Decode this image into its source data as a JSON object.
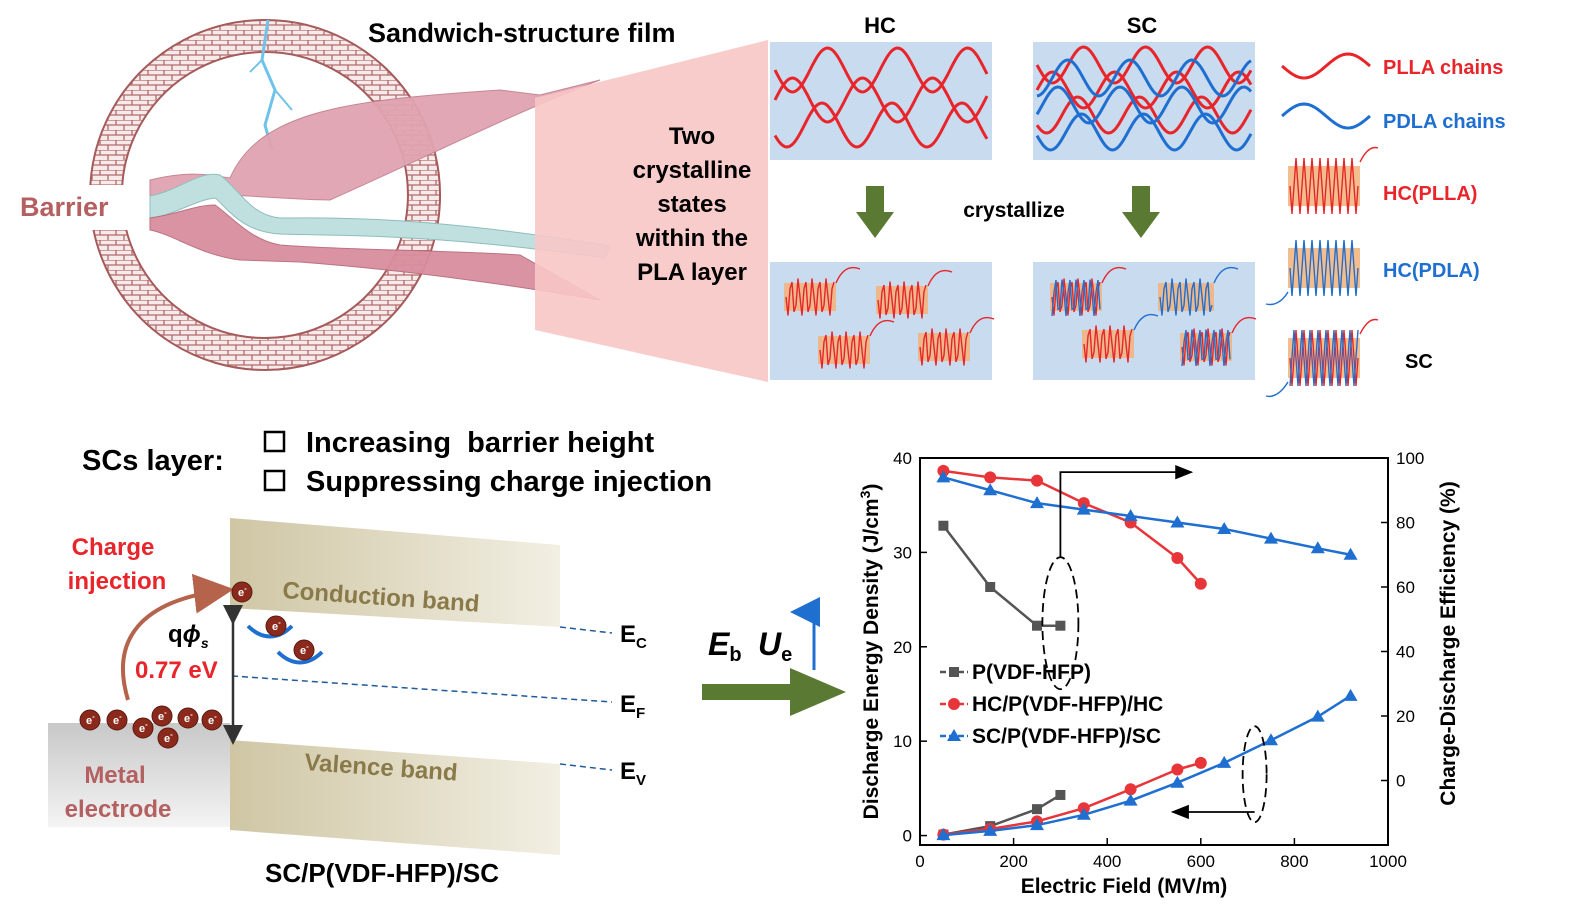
{
  "top": {
    "barrier_label": "Barrier",
    "title": "Sandwich-structure film",
    "pla_caption": [
      "Two",
      "crystalline",
      "states",
      "within the",
      "PLA layer"
    ],
    "hc_label": "HC",
    "sc_label": "SC",
    "crystallize_label": "crystallize"
  },
  "legend": {
    "plla": "PLLA chains",
    "pdla": "PDLA chains",
    "hc_plla": "HC(PLLA)",
    "hc_pdla": "HC(PDLA)",
    "sc": "SC"
  },
  "mechanism": {
    "scs_layer": "SCs layer:",
    "point1": "Increasing  barrier height",
    "point2": "Suppressing charge injection"
  },
  "band": {
    "charge_injection": [
      "Charge",
      "injection"
    ],
    "conduction": "Conduction band",
    "valence": "Valence band",
    "metal": [
      "Metal",
      "electrode"
    ],
    "qphi_q": "q",
    "qphi_phi": "ϕ",
    "qphi_s": "s",
    "barrier_value": "0.77 eV",
    "ec_main": "E",
    "ec_sub": "C",
    "ef_main": "E",
    "ef_sub": "F",
    "ev_main": "E",
    "ev_sub": "V",
    "electron": "e",
    "electron_sup": "-",
    "structure": "SC/P(VDF-HFP)/SC"
  },
  "arrow_panel": {
    "eb_main": "E",
    "eb_sub": "b",
    "ue_main": "U",
    "ue_sub": "e"
  },
  "chart_data": {
    "type": "line",
    "xlabel": "Electric Field (MV/m)",
    "ylabel_left_main": "Discharge Energy Density (J/cm",
    "ylabel_left_sup": "3",
    "ylabel_left_end": ")",
    "ylabel_right": "Charge-Discharge Efficiency (%)",
    "xlim": [
      0,
      1000
    ],
    "ylim_left": [
      -1,
      40
    ],
    "ylim_right": [
      -20,
      100
    ],
    "x_ticks": [
      0,
      200,
      400,
      600,
      800,
      1000
    ],
    "y_left_ticks": [
      0,
      10,
      20,
      30,
      40
    ],
    "y_right_ticks": [
      0,
      20,
      40,
      60,
      80,
      100
    ],
    "legend_position": "middle-left",
    "colors": {
      "pvdf": "#555555",
      "hc": "#e8353a",
      "sc": "#1f6fd1"
    },
    "energy_density": [
      {
        "name": "P(VDF-HFP)",
        "marker": "square",
        "color": "#555555",
        "x": [
          50,
          150,
          250,
          300
        ],
        "y": [
          0.1,
          1.0,
          2.8,
          4.3
        ]
      },
      {
        "name": "HC/P(VDF-HFP)/HC",
        "marker": "circle",
        "color": "#e8353a",
        "x": [
          50,
          150,
          250,
          350,
          450,
          550,
          600
        ],
        "y": [
          0.1,
          0.7,
          1.5,
          2.9,
          4.9,
          7.0,
          7.7
        ]
      },
      {
        "name": "SC/P(VDF-HFP)/SC",
        "marker": "triangle",
        "color": "#1f6fd1",
        "x": [
          50,
          150,
          250,
          350,
          450,
          550,
          650,
          750,
          850,
          920
        ],
        "y": [
          0.05,
          0.5,
          1.1,
          2.2,
          3.7,
          5.6,
          7.7,
          10.1,
          12.6,
          14.8
        ]
      }
    ],
    "efficiency": [
      {
        "name": "P(VDF-HFP)",
        "marker": "square",
        "color": "#555555",
        "x": [
          50,
          150,
          250,
          300
        ],
        "y": [
          79,
          60,
          48,
          48
        ]
      },
      {
        "name": "HC/P(VDF-HFP)/HC",
        "marker": "circle",
        "color": "#e8353a",
        "x": [
          50,
          150,
          250,
          350,
          450,
          550,
          600
        ],
        "y": [
          96,
          94,
          93,
          86,
          80,
          69,
          61
        ]
      },
      {
        "name": "SC/P(VDF-HFP)/SC",
        "marker": "triangle",
        "color": "#1f6fd1",
        "x": [
          50,
          150,
          250,
          350,
          450,
          550,
          650,
          750,
          850,
          920
        ],
        "y": [
          94,
          90,
          86,
          84,
          82,
          80,
          78,
          75,
          72,
          70
        ]
      }
    ]
  }
}
